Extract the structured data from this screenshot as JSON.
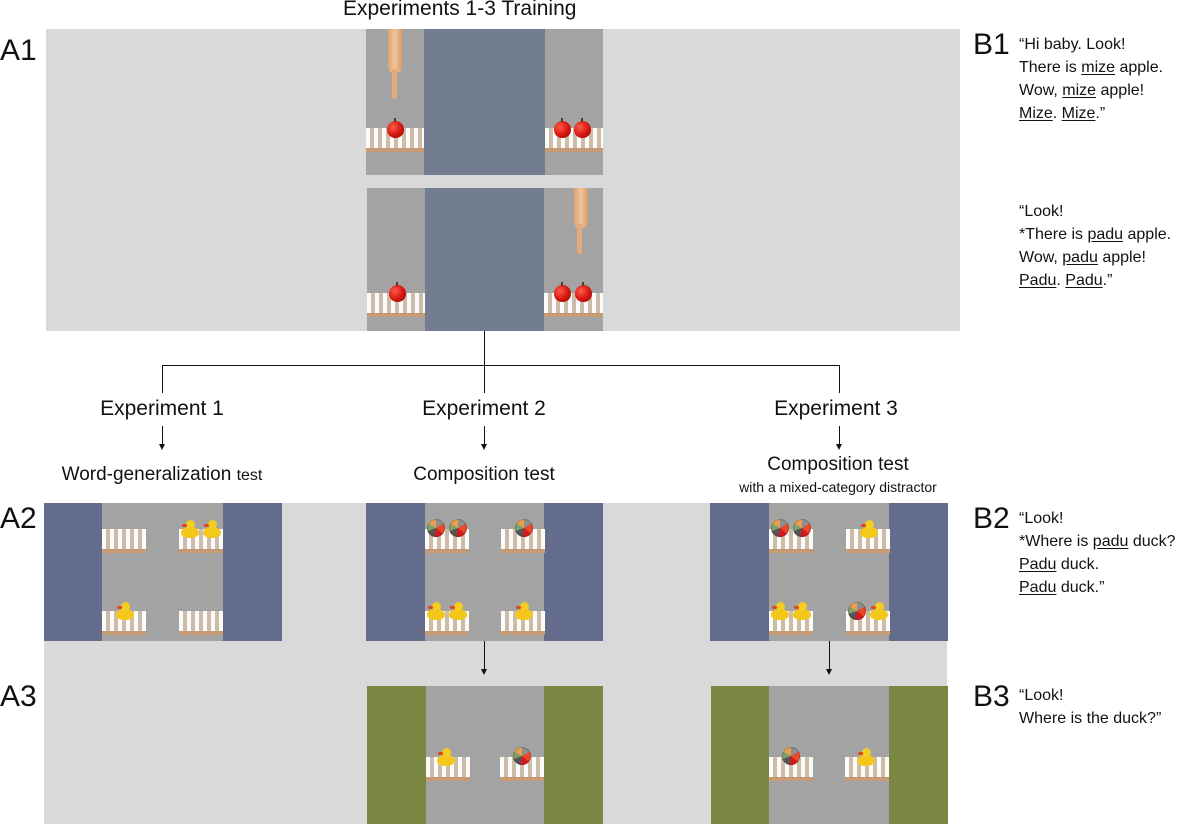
{
  "title": "Experiments 1-3 Training",
  "panel_labels": {
    "a1": "A1",
    "a2": "A2",
    "a3": "A3",
    "b1": "B1",
    "b2": "B2",
    "b3": "B3"
  },
  "experiments": [
    {
      "name": "Experiment 1",
      "test": "Word-generalization test",
      "test_suffix": "",
      "subtitle": ""
    },
    {
      "name": "Experiment 2",
      "test": "Composition test",
      "test_suffix": "",
      "subtitle": ""
    },
    {
      "name": "Experiment 3",
      "test": "Composition test",
      "test_suffix": "",
      "subtitle": "with a mixed-category distractor"
    }
  ],
  "exp1_test_parts": {
    "main": "Word-generalization",
    "small": "test"
  },
  "scripts": {
    "b1_first": {
      "line1": "“Hi baby. Look!",
      "line2_pre": "There is ",
      "line2_word": "mize",
      "line2_post": " apple.",
      "line3_pre": "Wow, ",
      "line3_word": "mize",
      "line3_post": " apple!",
      "line4_w1": "Mize",
      "line4_mid": ". ",
      "line4_w2": "Mize",
      "line4_post": ".”"
    },
    "b1_second": {
      "line1": "“Look!",
      "line2_pre": "*There is ",
      "line2_word": "padu",
      "line2_post": " apple.",
      "line3_pre": "Wow, ",
      "line3_word": "padu",
      "line3_post": " apple!",
      "line4_w1": "Padu",
      "line4_mid": ". ",
      "line4_w2": "Padu",
      "line4_post": ".”"
    },
    "b2": {
      "line1": "“Look!",
      "line2_pre": "*Where is ",
      "line2_word": "padu",
      "line2_post": " duck?",
      "line3_word": "Padu",
      "line3_post": " duck.",
      "line4_word": "Padu",
      "line4_post": " duck.”"
    },
    "b3": {
      "line1": "“Look!",
      "line2": "Where is the duck?”"
    }
  },
  "stimuli": {
    "training_1": {
      "left": [
        "apple"
      ],
      "right": [
        "apple",
        "apple"
      ],
      "pointing": "left"
    },
    "training_2": {
      "left": [
        "apple"
      ],
      "right": [
        "apple",
        "apple"
      ],
      "pointing": "right"
    },
    "exp1_test": {
      "top_left": [],
      "top_right": [
        "duck",
        "duck"
      ],
      "bottom_left": [
        "duck"
      ],
      "bottom_right": []
    },
    "exp2_test": {
      "top_left": [
        "ball",
        "ball"
      ],
      "top_right": [
        "ball"
      ],
      "bottom_left": [
        "duck",
        "duck"
      ],
      "bottom_right": [
        "duck"
      ]
    },
    "exp3_test": {
      "top_left": [
        "ball",
        "ball"
      ],
      "top_right": [
        "duck"
      ],
      "bottom_left": [
        "duck",
        "duck"
      ],
      "bottom_right": [
        "ball",
        "duck"
      ]
    },
    "exp2_probe": {
      "left": [
        "duck"
      ],
      "right": [
        "ball"
      ]
    },
    "exp3_probe": {
      "left": [
        "ball"
      ],
      "right": [
        "duck"
      ]
    }
  },
  "colors": {
    "panel_bg": "#d9d9d9",
    "screen_gray": "#a3a3a3",
    "curtain_blue": "#646c8e",
    "curtain_slate": "#727d90",
    "curtain_green": "#7a8743"
  }
}
